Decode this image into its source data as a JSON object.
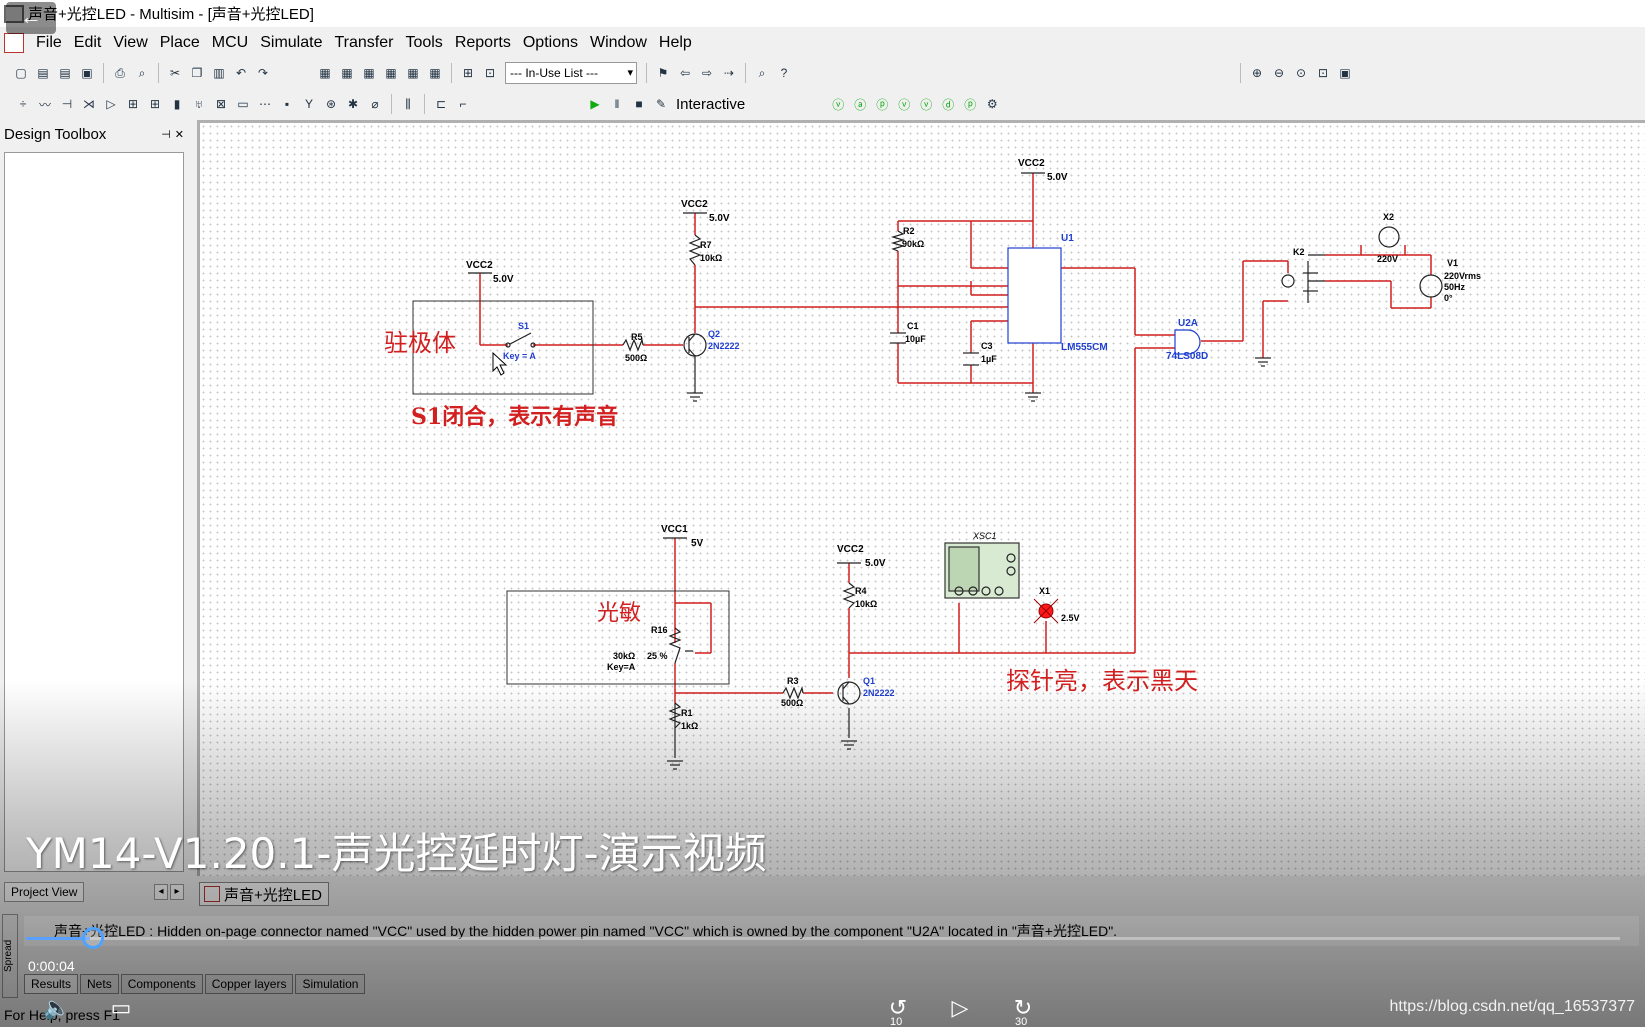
{
  "window": {
    "title": "声音+光控LED - Multisim - [声音+光控LED]"
  },
  "menubar": {
    "items": [
      "File",
      "Edit",
      "View",
      "Place",
      "MCU",
      "Simulate",
      "Transfer",
      "Tools",
      "Reports",
      "Options",
      "Window",
      "Help"
    ]
  },
  "toolbar": {
    "inuse_list": "--- In-Use List ---",
    "interactive_label": "Interactive"
  },
  "left_panel": {
    "title": "Design Toolbox",
    "bottom_tab": "Project View"
  },
  "document_tab": {
    "label": "声音+光控LED"
  },
  "spreadsheet": {
    "message": "声音+光控LED : Hidden on-page connector named \"VCC\" used by the hidden power pin named \"VCC\" which is owned by the component \"U2A\" located in \"声音+光控LED\".",
    "tabs": [
      "Results",
      "Nets",
      "Components",
      "Copper layers",
      "Simulation"
    ],
    "side_label": "Spread"
  },
  "statusbar": {
    "text": "For Help, press F1"
  },
  "video_overlay": {
    "title": "YM14-V1.20.1-声光控延时灯-演示视频",
    "time": "0:00:04",
    "progress": 0.04,
    "rewind_label": "10",
    "forward_label": "30",
    "watermark": "https://blog.csdn.net/qq_16537377"
  },
  "schematic": {
    "annotations": {
      "electret": "驻极体",
      "s1_note": "S1闭合，表示有声音",
      "photo": "光敏",
      "probe_note": "探针亮，表示黑天"
    },
    "labels": {
      "vcc2_a": "VCC2",
      "v5_a": "5.0V",
      "s1": "S1",
      "key_a": "Key = A",
      "r5": "R5",
      "r5v": "500Ω",
      "vcc2_b": "VCC2",
      "v5_b": "5.0V",
      "r7": "R7",
      "r7v": "10kΩ",
      "q2": "Q2",
      "q2v": "2N2222",
      "vcc2_c": "VCC2",
      "v5_c": "5.0V",
      "r2": "R2",
      "r2v": "90kΩ",
      "u1": "U1",
      "u1v": "LM555CM",
      "c1": "C1",
      "c1v": "10µF",
      "c3": "C3",
      "c3v": "1µF",
      "u2a": "U2A",
      "u2av": "74LS08D",
      "x2": "X2",
      "x2v": "220V",
      "k2": "K2",
      "v1": "V1",
      "v1a": "220Vrms",
      "v1b": "50Hz",
      "v1c": "0°",
      "vcc1": "VCC1",
      "v5d": "5V",
      "r16": "R16",
      "r16v": "30kΩ",
      "r16p": "25 %",
      "r16k": "Key=A",
      "r1": "R1",
      "r1v": "1kΩ",
      "r3": "R3",
      "r3v": "500Ω",
      "vcc2_d": "VCC2",
      "v5_e": "5.0V",
      "r4": "R4",
      "r4v": "10kΩ",
      "q1": "Q1",
      "q1v": "2N2222",
      "xsc1": "XSC1",
      "x1": "X1",
      "x1v": "2.5V"
    }
  },
  "colors": {
    "wire": "#d21f1f",
    "label_blue": "#1f3fd0",
    "annotation_red": "#d21f1f"
  }
}
